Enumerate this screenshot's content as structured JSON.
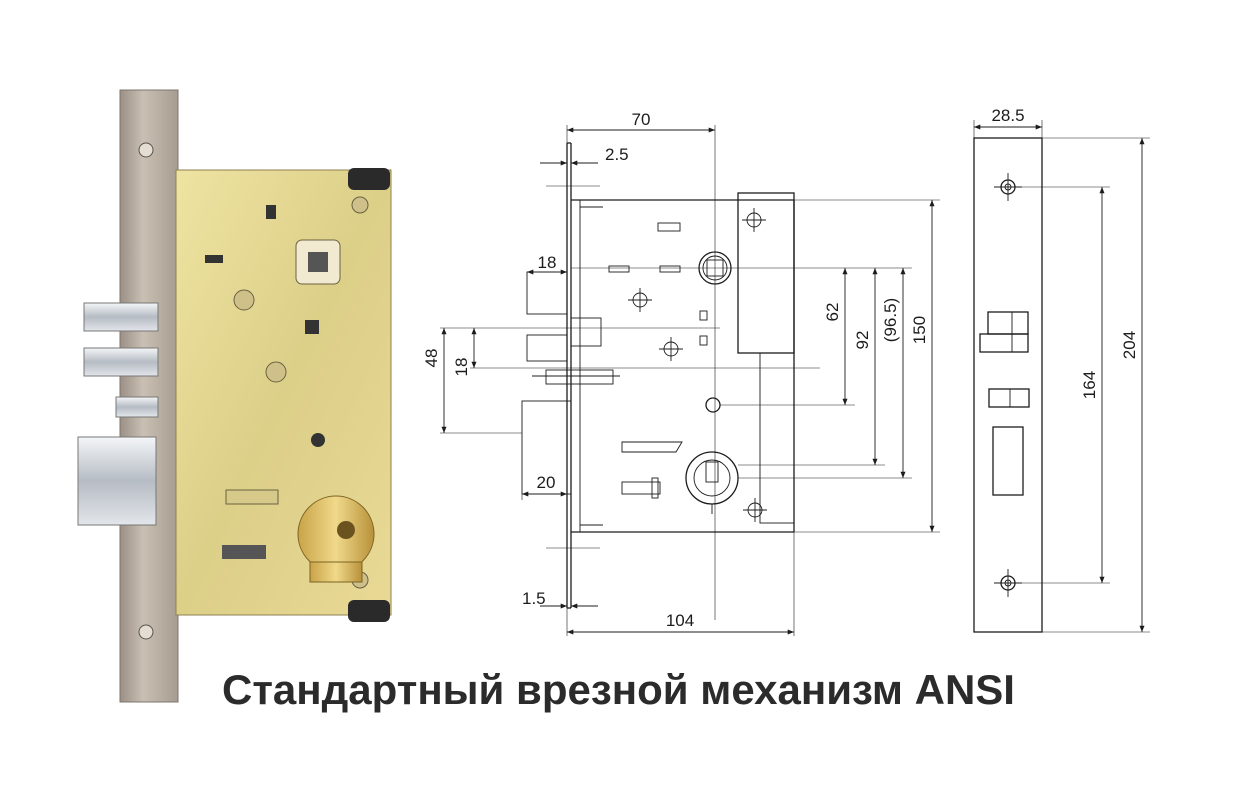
{
  "caption": "Стандартный врезной механизм ANSI",
  "dims": {
    "d70": "70",
    "d2_5": "2.5",
    "d18_top": "18",
    "d48": "48",
    "d18_side": "18",
    "d20": "20",
    "d1_5": "1.5",
    "d104": "104",
    "d62": "62",
    "d92": "92",
    "d96_5": "(96.5)",
    "d150": "150",
    "d28_5": "28.5",
    "d164": "164",
    "d204": "204"
  },
  "colors": {
    "faceplate": "#b9aea2",
    "body_yellow": "#e8d98a",
    "brass": "#d9b760",
    "chrome": "#d8dde4",
    "line": "#1c1c1c"
  }
}
